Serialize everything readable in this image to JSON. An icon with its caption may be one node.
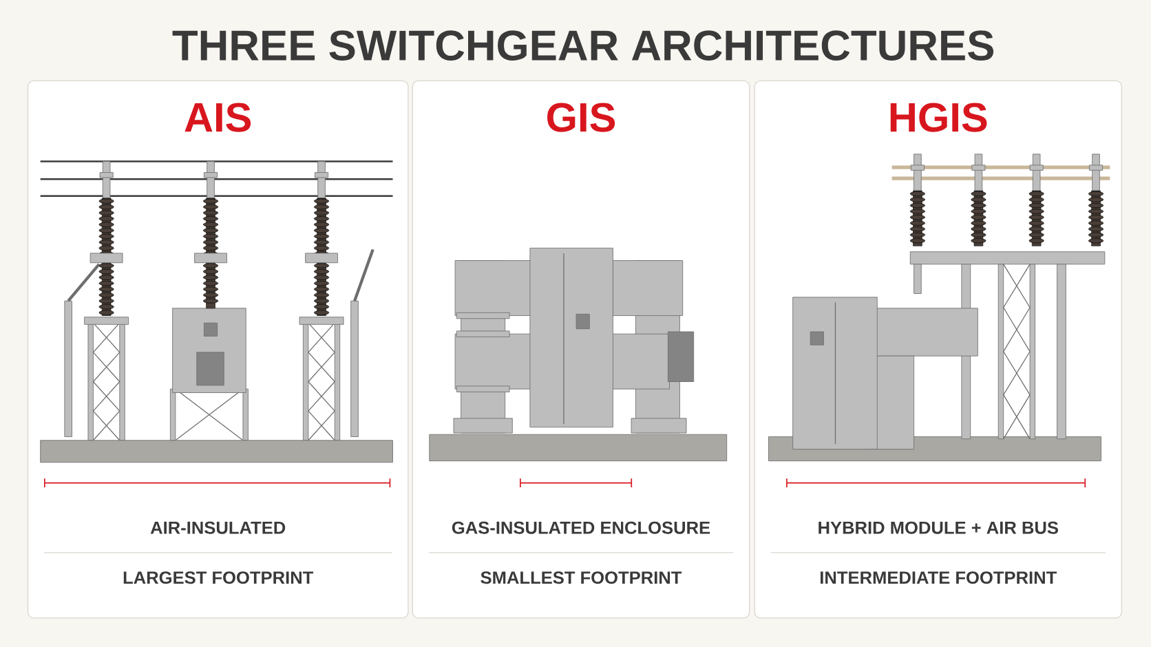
{
  "diagram": {
    "title": "THREE SWITCHGEAR ARCHITECTURES",
    "nodes": [
      {
        "text": [
          "AIS",
          "AIR-INSULATED",
          "LARGEST FOOTPRINT"
        ]
      },
      {
        "text": [
          "GIS",
          "GAS-INSULATED ENCLOSURE",
          "SMALLEST FOOTPRINT"
        ]
      },
      {
        "text": [
          "HGIS",
          "HYBRID MODULE + AIR BUS",
          "INTERMEDIATE FOOTPRINT"
        ]
      }
    ]
  }
}
